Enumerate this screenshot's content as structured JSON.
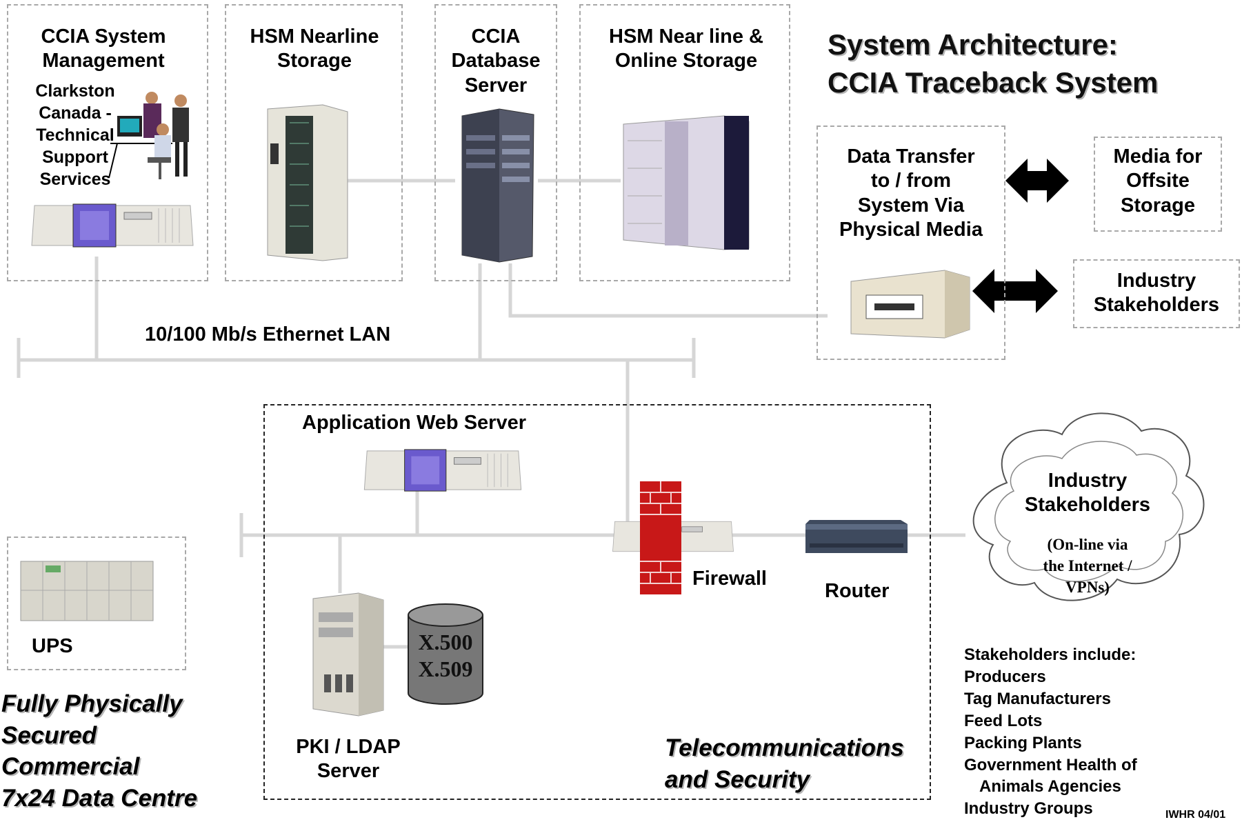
{
  "title": {
    "line1": "System Architecture:",
    "line2": "CCIA Traceback System"
  },
  "sys_mgmt": {
    "title_line1": "CCIA System",
    "title_line2": "Management",
    "sub_lines": [
      "Clarkston",
      "Canada -",
      "Technical",
      "Support",
      "Services"
    ]
  },
  "hsm_nearline": {
    "lines": [
      "HSM Nearline",
      "Storage"
    ]
  },
  "db_server": {
    "lines": [
      "CCIA",
      "Database",
      "Server"
    ]
  },
  "hsm_online": {
    "lines": [
      "HSM Near line &",
      "Online Storage"
    ]
  },
  "data_transfer": {
    "lines": [
      "Data Transfer",
      "to / from",
      "System Via",
      "Physical Media"
    ]
  },
  "media_offsite": {
    "lines": [
      "Media for",
      "Offsite",
      "Storage"
    ]
  },
  "industry_box": {
    "lines": [
      "Industry",
      "Stakeholders"
    ]
  },
  "lan_label": "10/100 Mb/s Ethernet LAN",
  "app_web_server": "Application Web Server",
  "firewall": "Firewall",
  "router": "Router",
  "pki": {
    "lines": [
      "PKI / LDAP",
      "Server"
    ]
  },
  "ldap_db": {
    "line1": "X.500",
    "line2": "X.509"
  },
  "ups": "UPS",
  "datacentre": {
    "lines": [
      "Fully Physically",
      "Secured",
      "Commercial",
      "7x24 Data Centre"
    ]
  },
  "telecom": {
    "lines": [
      "Telecommunications",
      "and Security"
    ]
  },
  "cloud": {
    "title_lines": [
      "Industry",
      "Stakeholders"
    ],
    "sub_lines": [
      "(On-line via",
      "the Internet /",
      "VPNs)"
    ]
  },
  "stakeholders_list": {
    "heading": "Stakeholders include:",
    "items": [
      "Producers",
      "Tag Manufacturers",
      "Feed Lots",
      "Packing Plants",
      "Government Health of",
      "Animals Agencies",
      "Industry Groups"
    ]
  },
  "footer_code": "IWHR 04/01",
  "colors": {
    "lan_line": "#d4d4d4",
    "box_border": "#a8a8a8",
    "firewall_brick": "#c81818",
    "server_purple": "#6a5acd"
  }
}
